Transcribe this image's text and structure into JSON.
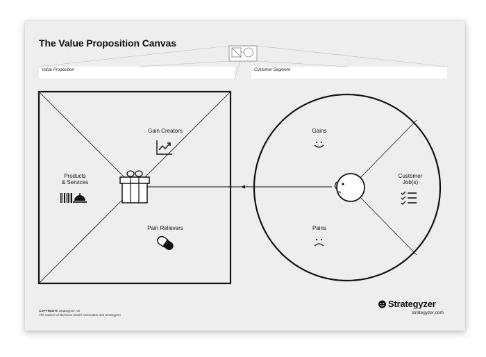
{
  "title": "The Value Proposition Canvas",
  "fields": {
    "value_proposition": "Value Proposition",
    "customer_segment": "Customer Segment"
  },
  "value_map": {
    "gain_creators": "Gain Creators",
    "products_services": [
      "Products",
      "& Services"
    ],
    "pain_relievers": "Pain Relievers"
  },
  "customer_profile": {
    "gains": "Gains",
    "customer_jobs": [
      "Customer",
      "Job(s)"
    ],
    "pains": "Pains"
  },
  "footer": {
    "copyright_label": "Copyright:",
    "copyright_owner": "Strategyzer AG",
    "tagline": "The makers of Business Model Generation and Strategyzer",
    "brand": "Strategyzer",
    "url": "strategyzer.com"
  },
  "icons": {
    "gain_creators": "chart-up-icon",
    "products_services": "barcode-cloche-icon",
    "pain_relievers": "pill-icon",
    "value_proposition": "gift-icon",
    "gains": "smiley-icon",
    "customer_jobs": "checklist-icon",
    "pains": "frown-icon",
    "customer": "face-profile-icon",
    "brand": "strategyzer-logo-icon"
  },
  "colors": {
    "ink": "#111111",
    "paper": "#eeeeee",
    "field": "#ffffff"
  }
}
